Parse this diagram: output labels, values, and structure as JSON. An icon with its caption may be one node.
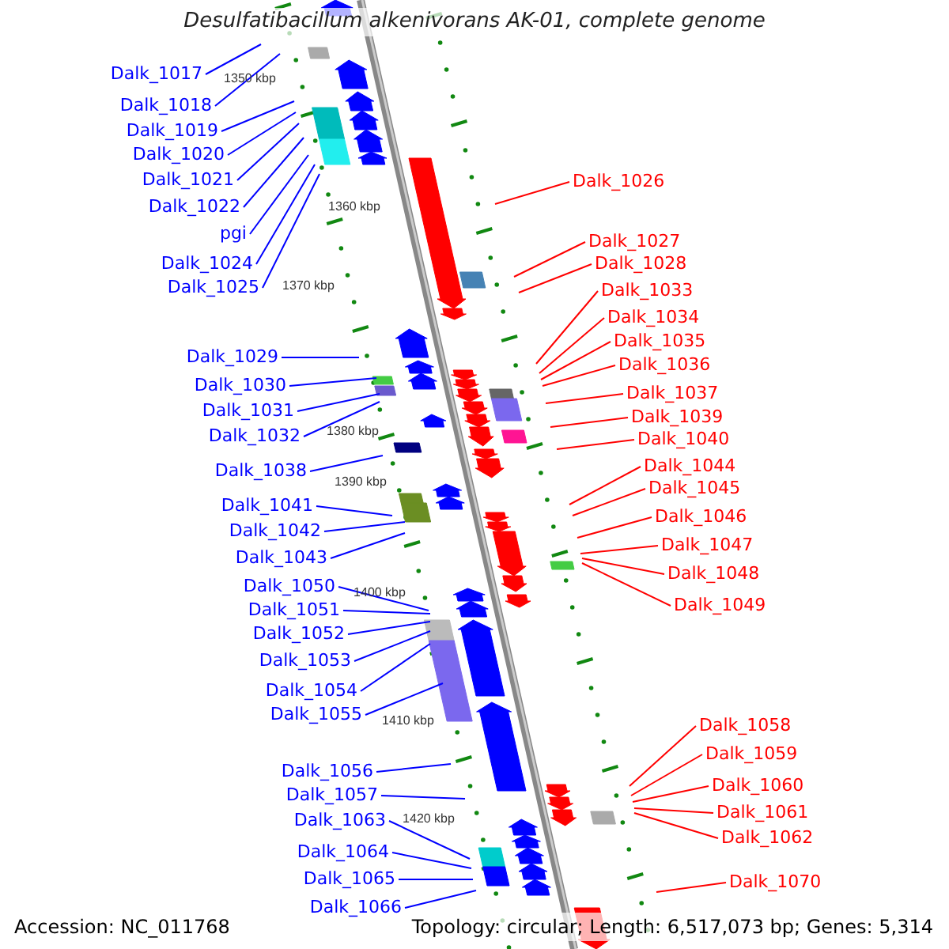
{
  "diagram": {
    "title": "Desulfatibacillum alkenivorans AK-01, complete genome",
    "nodes": [
      {
        "text": [
          "Dalk_1017"
        ]
      },
      {
        "text": [
          "Dalk_1018"
        ]
      },
      {
        "text": [
          "Dalk_1019"
        ]
      },
      {
        "text": [
          "Dalk_1020"
        ]
      },
      {
        "text": [
          "Dalk_1021"
        ]
      },
      {
        "text": [
          "Dalk_1022"
        ]
      },
      {
        "text": [
          "pgi"
        ]
      },
      {
        "text": [
          "Dalk_1024"
        ]
      },
      {
        "text": [
          "Dalk_1025"
        ]
      },
      {
        "text": [
          "Dalk_1029"
        ]
      },
      {
        "text": [
          "Dalk_1030"
        ]
      },
      {
        "text": [
          "Dalk_1031"
        ]
      },
      {
        "text": [
          "Dalk_1032"
        ]
      },
      {
        "text": [
          "Dalk_1038"
        ]
      },
      {
        "text": [
          "Dalk_1041"
        ]
      },
      {
        "text": [
          "Dalk_1042"
        ]
      },
      {
        "text": [
          "Dalk_1043"
        ]
      },
      {
        "text": [
          "Dalk_1050"
        ]
      },
      {
        "text": [
          "Dalk_1051"
        ]
      },
      {
        "text": [
          "Dalk_1052"
        ]
      },
      {
        "text": [
          "Dalk_1053"
        ]
      },
      {
        "text": [
          "Dalk_1054"
        ]
      },
      {
        "text": [
          "Dalk_1055"
        ]
      },
      {
        "text": [
          "Dalk_1056"
        ]
      },
      {
        "text": [
          "Dalk_1057"
        ]
      },
      {
        "text": [
          "Dalk_1063"
        ]
      },
      {
        "text": [
          "Dalk_1064"
        ]
      },
      {
        "text": [
          "Dalk_1065"
        ]
      },
      {
        "text": [
          "Dalk_1066"
        ]
      },
      {
        "text": [
          "Dalk_1026"
        ]
      },
      {
        "text": [
          "Dalk_1027"
        ]
      },
      {
        "text": [
          "Dalk_1028"
        ]
      },
      {
        "text": [
          "Dalk_1033"
        ]
      },
      {
        "text": [
          "Dalk_1034"
        ]
      },
      {
        "text": [
          "Dalk_1035"
        ]
      },
      {
        "text": [
          "Dalk_1036"
        ]
      },
      {
        "text": [
          "Dalk_1037"
        ]
      },
      {
        "text": [
          "Dalk_1039"
        ]
      },
      {
        "text": [
          "Dalk_1040"
        ]
      },
      {
        "text": [
          "Dalk_1044"
        ]
      },
      {
        "text": [
          "Dalk_1045"
        ]
      },
      {
        "text": [
          "Dalk_1046"
        ]
      },
      {
        "text": [
          "Dalk_1047"
        ]
      },
      {
        "text": [
          "Dalk_1048"
        ]
      },
      {
        "text": [
          "Dalk_1049"
        ]
      },
      {
        "text": [
          "Dalk_1058"
        ]
      },
      {
        "text": [
          "Dalk_1059"
        ]
      },
      {
        "text": [
          "Dalk_1060"
        ]
      },
      {
        "text": [
          "Dalk_1061"
        ]
      },
      {
        "text": [
          "Dalk_1062"
        ]
      },
      {
        "text": [
          "Dalk_1070"
        ]
      }
    ],
    "edges": [
      {
        "from": 0,
        "to": null,
        "arrow": "none"
      },
      {
        "from": 1,
        "to": null,
        "arrow": "none"
      },
      {
        "from": 2,
        "to": null,
        "arrow": "none"
      },
      {
        "from": 3,
        "to": null,
        "arrow": "none"
      },
      {
        "from": 4,
        "to": null,
        "arrow": "none"
      },
      {
        "from": 5,
        "to": null,
        "arrow": "none"
      },
      {
        "from": 6,
        "to": null,
        "arrow": "none"
      },
      {
        "from": 7,
        "to": null,
        "arrow": "none"
      },
      {
        "from": 8,
        "to": null,
        "arrow": "none"
      },
      {
        "from": 9,
        "to": null,
        "arrow": "none"
      },
      {
        "from": 10,
        "to": null,
        "arrow": "none"
      },
      {
        "from": 11,
        "to": null,
        "arrow": "none"
      },
      {
        "from": 12,
        "to": null,
        "arrow": "none"
      },
      {
        "from": 13,
        "to": null,
        "arrow": "none"
      },
      {
        "from": 14,
        "to": null,
        "arrow": "none"
      },
      {
        "from": 15,
        "to": null,
        "arrow": "none"
      },
      {
        "from": 16,
        "to": null,
        "arrow": "none"
      },
      {
        "from": 17,
        "to": null,
        "arrow": "none"
      },
      {
        "from": 18,
        "to": null,
        "arrow": "none"
      },
      {
        "from": 19,
        "to": null,
        "arrow": "none"
      },
      {
        "from": 20,
        "to": null,
        "arrow": "none"
      },
      {
        "from": 21,
        "to": null,
        "arrow": "none"
      },
      {
        "from": 22,
        "to": null,
        "arrow": "none"
      },
      {
        "from": 23,
        "to": null,
        "arrow": "none"
      },
      {
        "from": 24,
        "to": null,
        "arrow": "none"
      },
      {
        "from": 25,
        "to": null,
        "arrow": "none"
      },
      {
        "from": 26,
        "to": null,
        "arrow": "none"
      },
      {
        "from": 27,
        "to": null,
        "arrow": "none"
      },
      {
        "from": 28,
        "to": null,
        "arrow": "none"
      },
      {
        "from": 29,
        "to": null,
        "arrow": "none",
        "color": "#ff0000"
      },
      {
        "from": 30,
        "to": null,
        "arrow": "none",
        "color": "#ff0000"
      },
      {
        "from": 31,
        "to": null,
        "arrow": "none",
        "color": "#ff0000"
      },
      {
        "from": 32,
        "to": null,
        "arrow": "none",
        "color": "#ff0000"
      },
      {
        "from": 33,
        "to": null,
        "arrow": "none",
        "color": "#ff0000"
      },
      {
        "from": 34,
        "to": null,
        "arrow": "none",
        "color": "#ff0000"
      },
      {
        "from": 35,
        "to": null,
        "arrow": "none",
        "color": "#ff0000"
      },
      {
        "from": 36,
        "to": null,
        "arrow": "none",
        "color": "#ff0000"
      },
      {
        "from": 37,
        "to": null,
        "arrow": "none",
        "color": "#ff0000"
      },
      {
        "from": 38,
        "to": null,
        "arrow": "none",
        "color": "#ff0000"
      },
      {
        "from": 39,
        "to": null,
        "arrow": "none",
        "color": "#ff0000"
      },
      {
        "from": 40,
        "to": null,
        "arrow": "none",
        "color": "#ff0000"
      },
      {
        "from": 41,
        "to": null,
        "arrow": "none",
        "color": "#ff0000"
      },
      {
        "from": 42,
        "to": null,
        "arrow": "none",
        "color": "#ff0000"
      },
      {
        "from": 43,
        "to": null,
        "arrow": "none",
        "color": "#ff0000"
      },
      {
        "from": 44,
        "to": null,
        "arrow": "none",
        "color": "#ff0000"
      },
      {
        "from": 45,
        "to": null,
        "arrow": "none",
        "color": "#ff0000"
      },
      {
        "from": 46,
        "to": null,
        "arrow": "none",
        "color": "#ff0000"
      },
      {
        "from": 47,
        "to": null,
        "arrow": "none",
        "color": "#ff0000"
      },
      {
        "from": 48,
        "to": null,
        "arrow": "none",
        "color": "#ff0000"
      },
      {
        "from": 49,
        "to": null,
        "arrow": "none",
        "color": "#ff0000"
      },
      {
        "from": 50,
        "to": null,
        "arrow": "none",
        "color": "#ff0000"
      }
    ],
    "labels": [
      "1350 kbp",
      "1360 kbp",
      "1370 kbp",
      "1380 kbp",
      "1390 kbp",
      "1400 kbp",
      "1410 kbp",
      "1420 kbp",
      "Accession: NC_011768",
      "Topology: circular; Length: 6,517,073 bp; Genes: 5,314"
    ]
  }
}
